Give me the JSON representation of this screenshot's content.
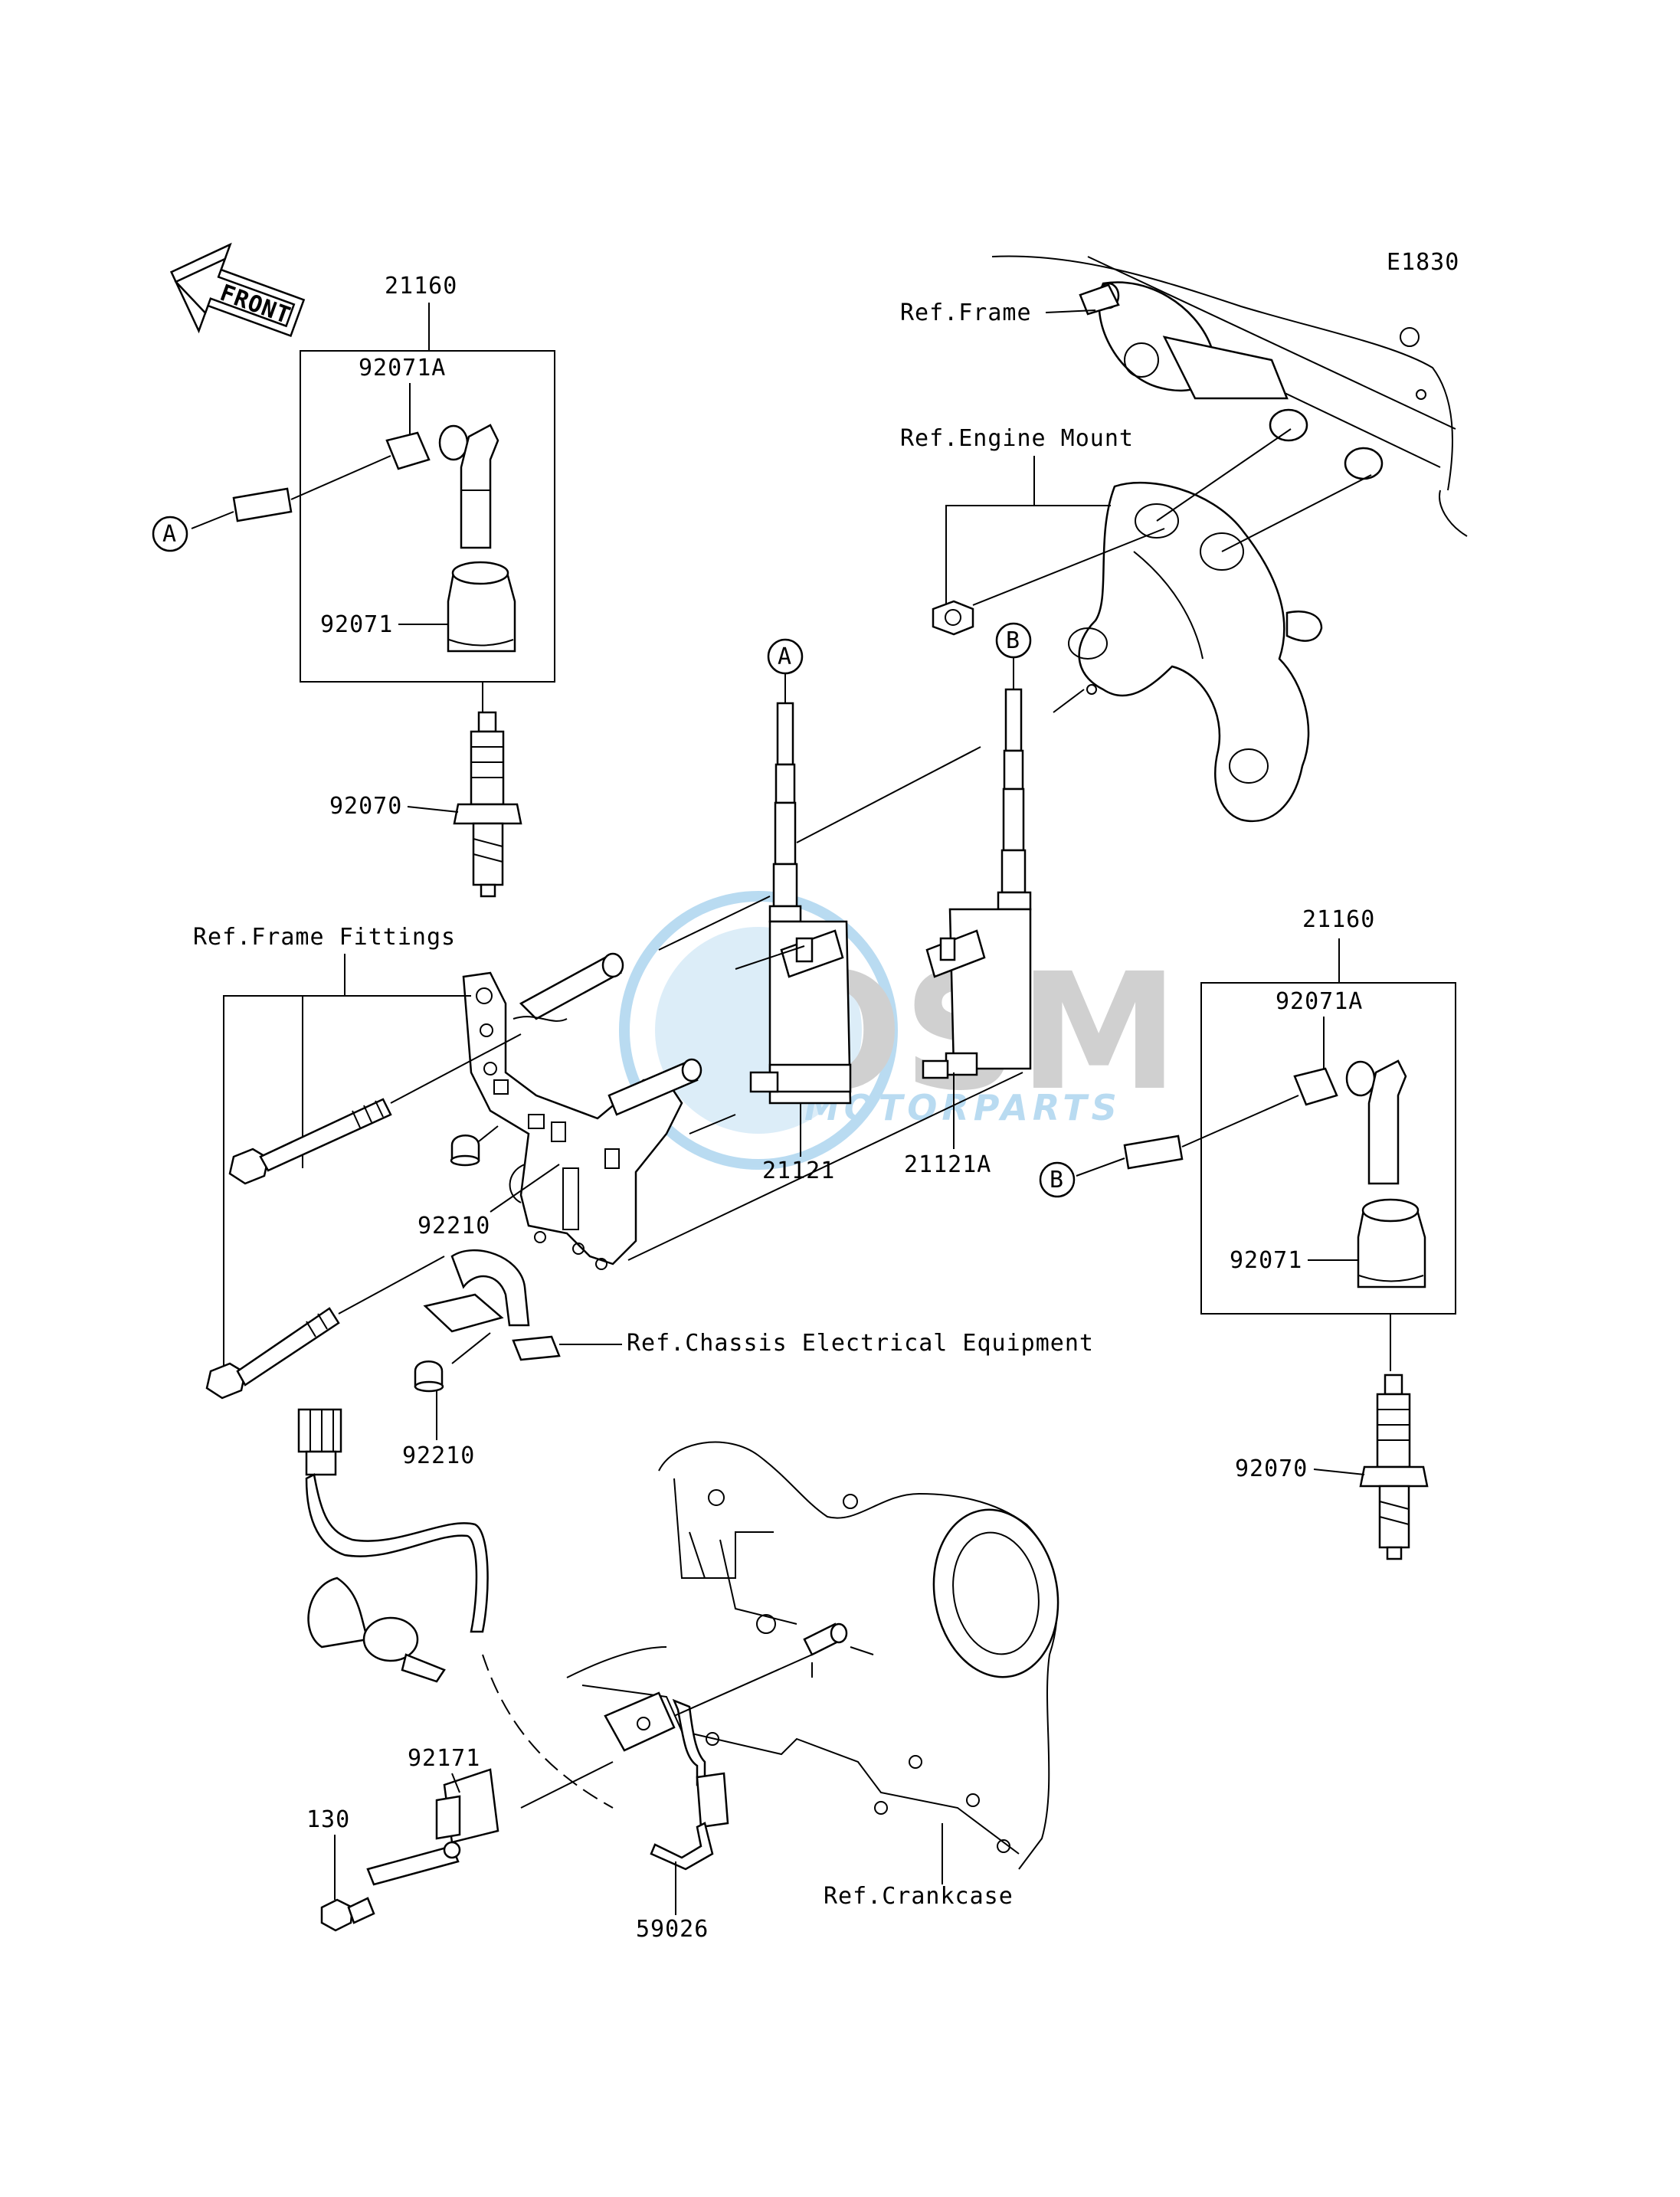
{
  "diagram_code": "E1830",
  "front_label": "FRONT",
  "watermark": {
    "brand": "OSM",
    "sub": "MOTORPARTS",
    "color": "#3a9ad9"
  },
  "labels": {
    "p21160_left": "21160",
    "p92071A_left": "92071A",
    "p92071_left": "92071",
    "p92070_left": "92070",
    "p21160_right": "21160",
    "p92071A_right": "92071A",
    "p92071_right": "92071",
    "p92070_right": "92070",
    "p21121": "21121",
    "p21121A": "21121A",
    "p92210_a": "92210",
    "p92210_b": "92210",
    "p92171": "92171",
    "p130": "130",
    "p59026": "59026",
    "ref_frame": "Ref.Frame",
    "ref_engine_mount": "Ref.Engine Mount",
    "ref_frame_fittings": "Ref.Frame Fittings",
    "ref_chassis": "Ref.Chassis Electrical Equipment",
    "ref_crankcase": "Ref.Crankcase"
  },
  "markers": {
    "a_left": "A",
    "a_coil": "A",
    "b_coil": "B",
    "b_right": "B"
  }
}
